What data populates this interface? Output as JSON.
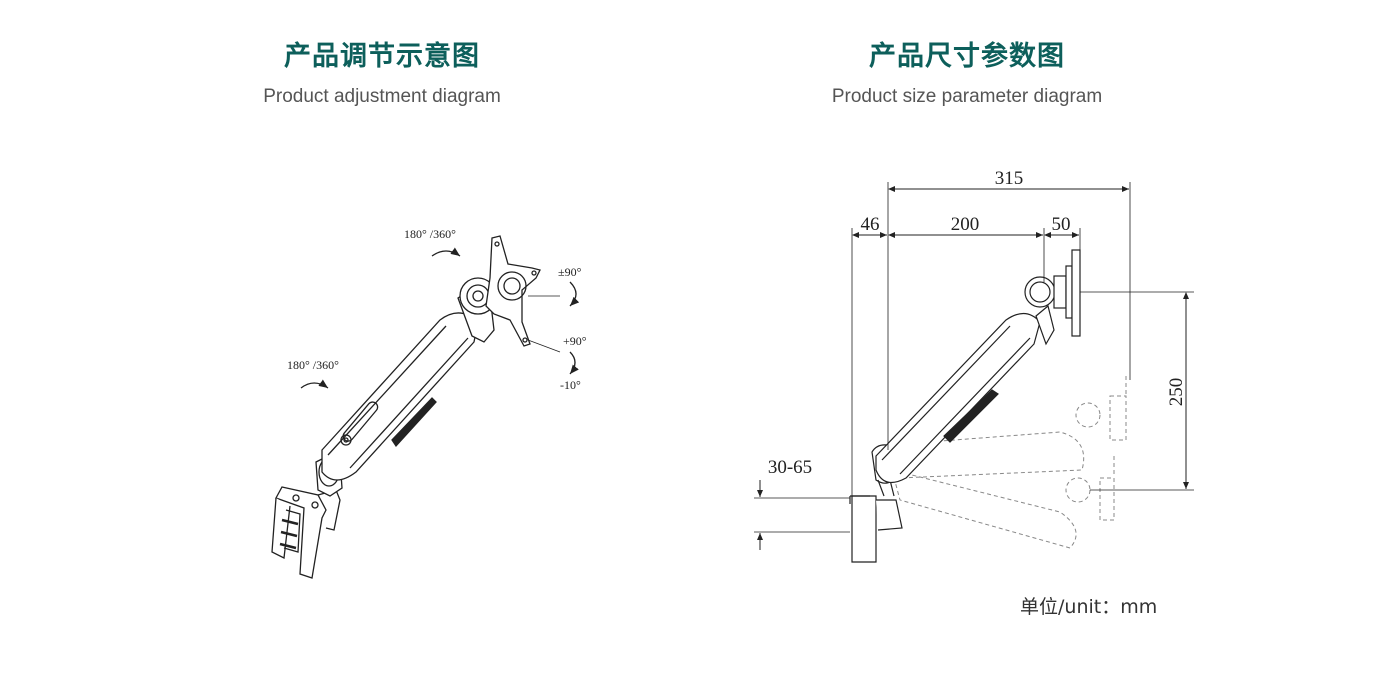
{
  "left_panel": {
    "title": "产品调节示意图",
    "subtitle": "Product adjustment diagram",
    "annotations": {
      "head_rotation": "180° /360°",
      "tilt_horizontal": "±90°",
      "tilt_up": "+90°",
      "tilt_down": "-10°",
      "arm_rotation": "180° /360°"
    }
  },
  "right_panel": {
    "title": "产品尺寸参数图",
    "subtitle": "Product size parameter diagram",
    "dimensions": {
      "total_length": "315",
      "base_offset": "46",
      "arm_length": "200",
      "head_length": "50",
      "height_range": "250",
      "clamp_range": "30-65"
    },
    "unit_note": "单位/unit：mm"
  },
  "colors": {
    "title": "#0d5f5b",
    "subtitle": "#555555",
    "line": "#222222"
  }
}
